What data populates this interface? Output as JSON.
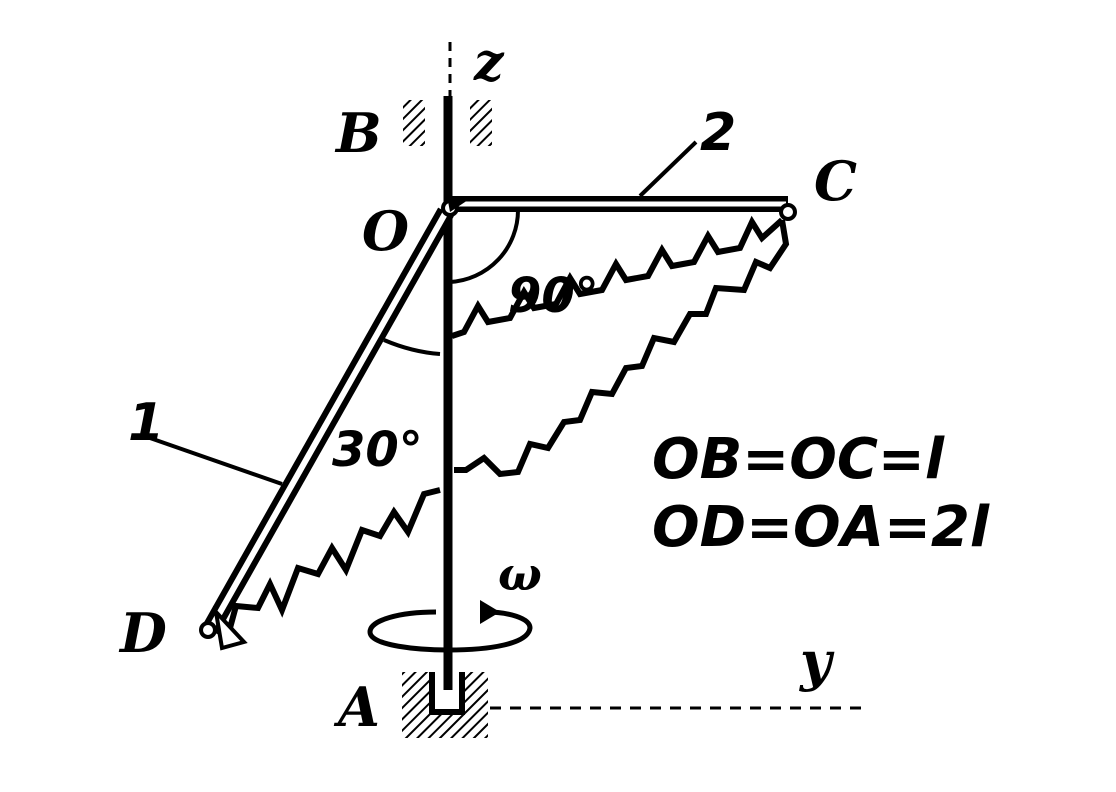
{
  "points": {
    "z": "z",
    "B": "B",
    "O": "O",
    "C": "C",
    "D": "D",
    "A": "A",
    "y": "y"
  },
  "rods": {
    "rod1": "1",
    "rod2": "2"
  },
  "angles": {
    "right": "90°",
    "tilt": "30°"
  },
  "omega": "ω",
  "formulas": {
    "line1": "OB=OC=l",
    "line2": "OD=OA=2l"
  }
}
